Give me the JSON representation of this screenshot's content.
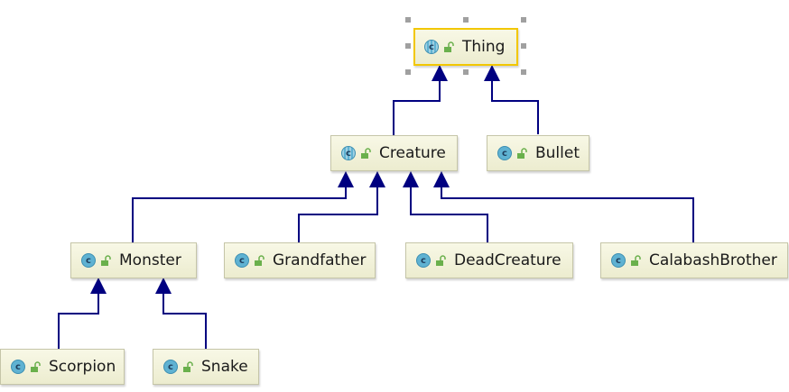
{
  "classes": {
    "thing": "Thing",
    "creature": "Creature",
    "bullet": "Bullet",
    "monster": "Monster",
    "grandfather": "Grandfather",
    "dead_creature": "DeadCreature",
    "calabash_brother": "CalabashBrother",
    "scorpion": "Scorpion",
    "snake": "Snake"
  },
  "icon_glyph": "c",
  "colors": {
    "arrow": "#000080",
    "selection": "#f2c700",
    "node_fill": "#f3f3dc",
    "class_icon": "#5fb2d2",
    "lock_icon": "#6ab04c"
  }
}
